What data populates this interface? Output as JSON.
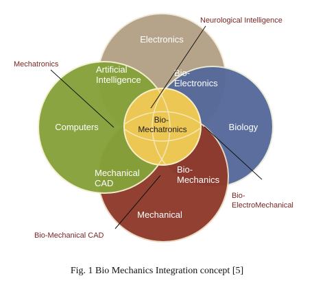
{
  "diagram": {
    "circles": {
      "electronics": {
        "label": "Electronics",
        "color": "#b5a48a"
      },
      "biology": {
        "label": "Biology",
        "color": "#566a9a"
      },
      "mechanical": {
        "label": "Mechanical",
        "color": "#8f3a2c"
      },
      "computers": {
        "label": "Computers",
        "color": "#86a23a"
      },
      "center": {
        "color": "#ecc754"
      }
    },
    "regions": {
      "artificial_intelligence": [
        "Artificial",
        "Intelligence"
      ],
      "bio_electronics": [
        "Bio-",
        "Electronics"
      ],
      "mechanical_cad": [
        "Mechanical",
        "CAD"
      ],
      "bio_mechanics": [
        "Bio-",
        "Mechanics"
      ],
      "bio_mechatronics": [
        "Bio-",
        "Mechatronics"
      ]
    },
    "callouts": {
      "neurological_intelligence": "Neurological Intelligence",
      "mechatronics": "Mechatronics",
      "bio_electromechanical": [
        "Bio-",
        "ElectroMechanical"
      ],
      "bio_mechanical_cad": "Bio-Mechanical CAD"
    }
  },
  "caption": "Fig. 1 Bio Mechanics Integration concept [5]"
}
